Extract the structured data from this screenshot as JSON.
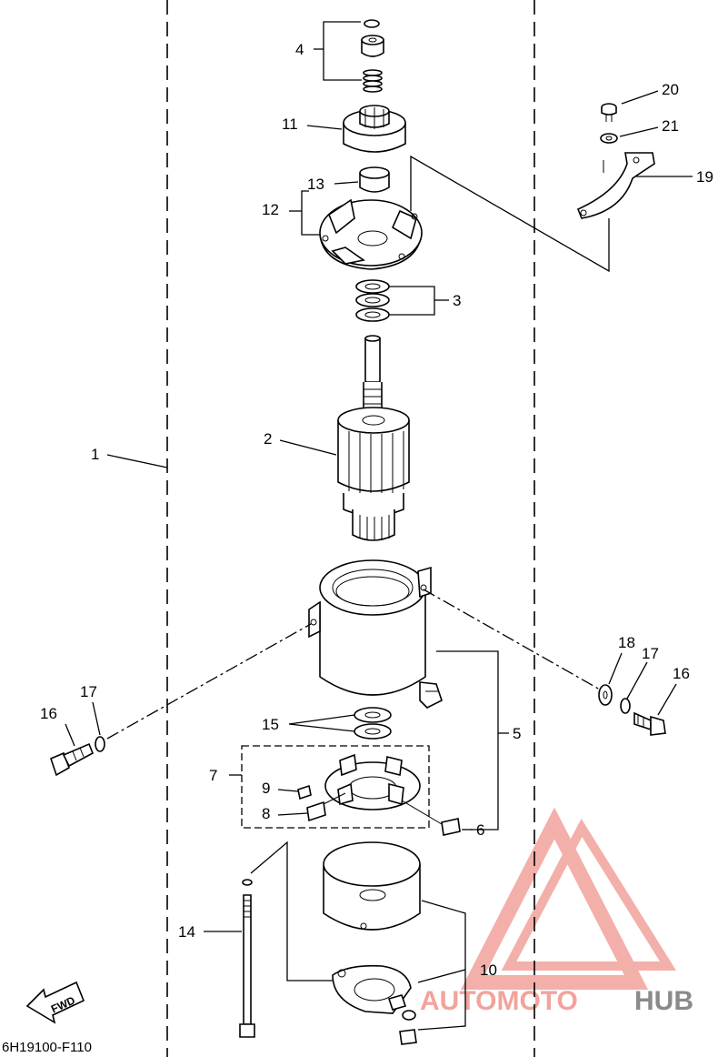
{
  "diagram": {
    "code": "6H19100-F110",
    "fwd_label": "FWD",
    "labels": {
      "l1": "1",
      "l2": "2",
      "l3": "3",
      "l4": "4",
      "l5": "5",
      "l6": "6",
      "l7": "7",
      "l8": "8",
      "l9": "9",
      "l10": "10",
      "l11": "11",
      "l12": "12",
      "l13": "13",
      "l14": "14",
      "l15": "15",
      "l16a": "16",
      "l16b": "16",
      "l17a": "17",
      "l17b": "17",
      "l18": "18",
      "l19": "19",
      "l20": "20",
      "l21": "21"
    }
  },
  "watermark": {
    "part1": "AUTOMOTO",
    "part2": "HUB",
    "color_primary": "#f2a39c",
    "color_secondary": "#8a8a8a"
  }
}
